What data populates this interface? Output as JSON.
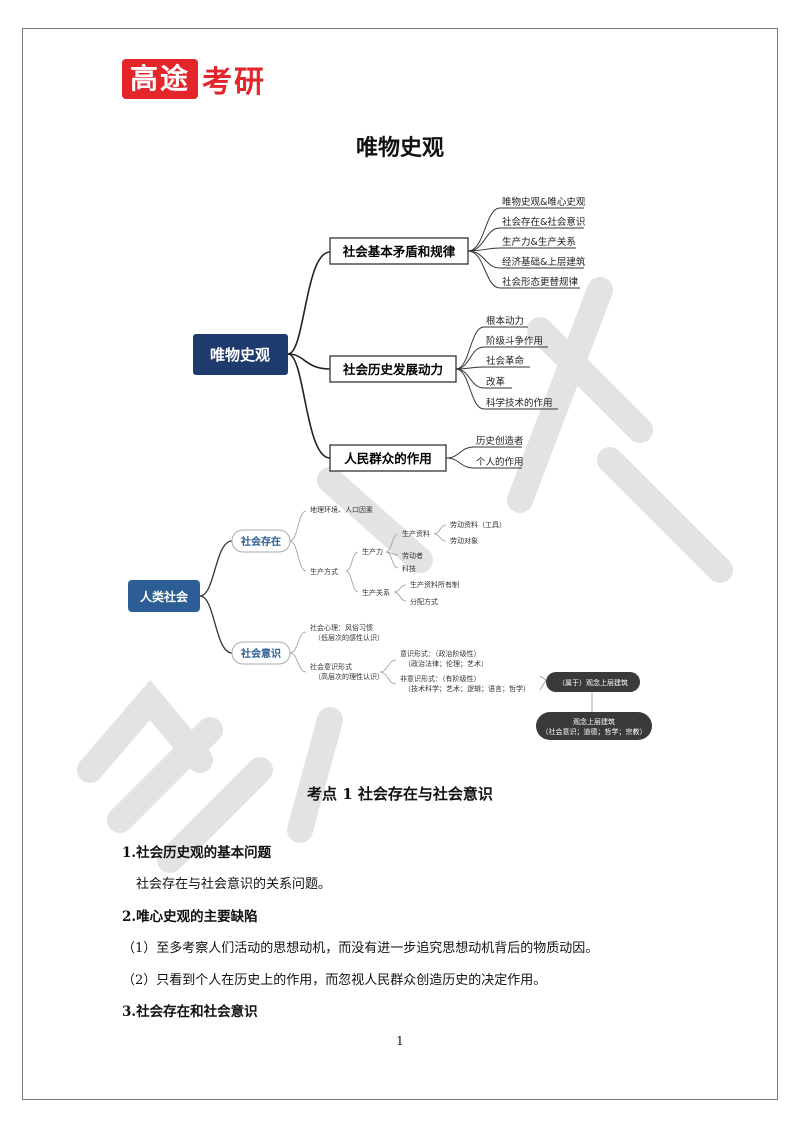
{
  "logo": {
    "box": "高途",
    "text": "考研"
  },
  "title": "唯物史观",
  "mindmap1": {
    "root": "唯物史观",
    "branches": [
      {
        "label": "社会基本矛盾和规律",
        "children": [
          "唯物史观&唯心史观",
          "社会存在&社会意识",
          "生产力&生产关系",
          "经济基础&上层建筑",
          "社会形态更替规律"
        ]
      },
      {
        "label": "社会历史发展动力",
        "children": [
          "根本动力",
          "阶级斗争作用",
          "社会革命",
          "改革",
          "科学技术的作用"
        ]
      },
      {
        "label": "人民群众的作用",
        "children": [
          "历史创造者",
          "个人的作用"
        ]
      }
    ]
  },
  "mindmap2": {
    "root": "人类社会",
    "b1": "社会存在",
    "b2": "社会意识",
    "env": "地理环境、人口因素",
    "mode": "生产方式",
    "force": "生产力",
    "means": "生产资料",
    "tools": "劳动资料（工具）",
    "objects": "劳动对象",
    "laborer": "劳动者",
    "tech": "科技",
    "relation": "生产关系",
    "ownership": "生产资料所有制",
    "distribution": "分配方式",
    "psych1": "社会心理：风俗习惯",
    "psych2": "（低层次的感性认识）",
    "ideo1": "社会意识形式",
    "ideo2": "（高层次的理性认识）",
    "form1a": "意识形式：（政治阶级性）",
    "form1b": "（政治法律；伦理；艺术）",
    "form2a": "非意识形式：（有阶级性）",
    "form2b": "（技术科学；艺术；逻辑；语言；哲学）",
    "note1": "（属于）观念上层建筑",
    "note2a": "观念上层建筑",
    "note2b": "（社会意识；道德；哲学；宗教）"
  },
  "section_title": "考点 1 社会存在与社会意识",
  "h1": "1.社会历史观的基本问题",
  "p1": "社会存在与社会意识的关系问题。",
  "h2": "2.唯心史观的主要缺陷",
  "p2": "（1）至多考察人们活动的思想动机，而没有进一步追究思想动机背后的物质动因。",
  "p3": "（2）只看到个人在历史上的作用，而忽视人民群众创造历史的决定作用。",
  "h3": "3.社会存在和社会意识",
  "page_number": "1"
}
